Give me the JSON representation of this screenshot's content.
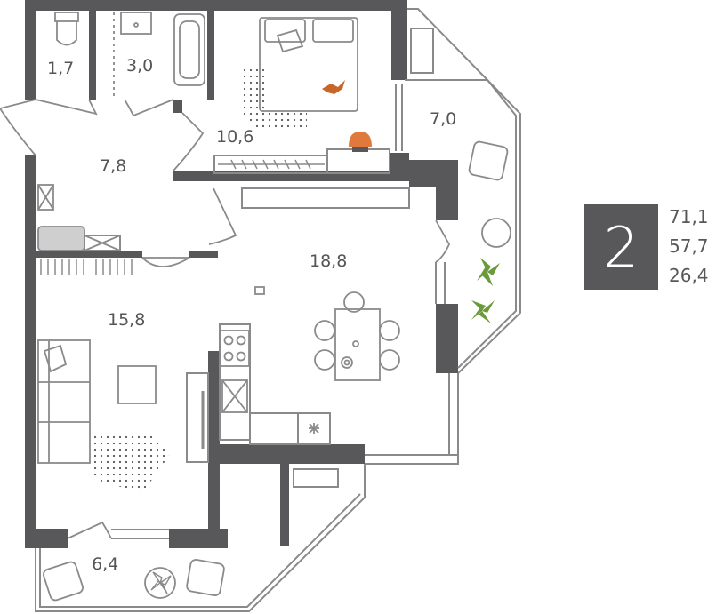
{
  "plan": {
    "rooms": [
      {
        "id": "wc",
        "area": "1,7"
      },
      {
        "id": "bathroom",
        "area": "3,0"
      },
      {
        "id": "bedroom",
        "area": "10,6"
      },
      {
        "id": "loggia-right",
        "area": "7,0"
      },
      {
        "id": "hallway",
        "area": "7,8"
      },
      {
        "id": "kitchen-living",
        "area": "18,8"
      },
      {
        "id": "living-room",
        "area": "15,8"
      },
      {
        "id": "balcony-bottom",
        "area": "6,4"
      }
    ],
    "colors": {
      "wall": "#58585a",
      "line": "#8a8a8a",
      "accent": "#e07a3c",
      "plant": "#6a9a3a"
    }
  },
  "summary": {
    "rooms_count": "2",
    "total_area": "71,1",
    "living_area": "57,7",
    "kitchen_area": "26,4"
  }
}
